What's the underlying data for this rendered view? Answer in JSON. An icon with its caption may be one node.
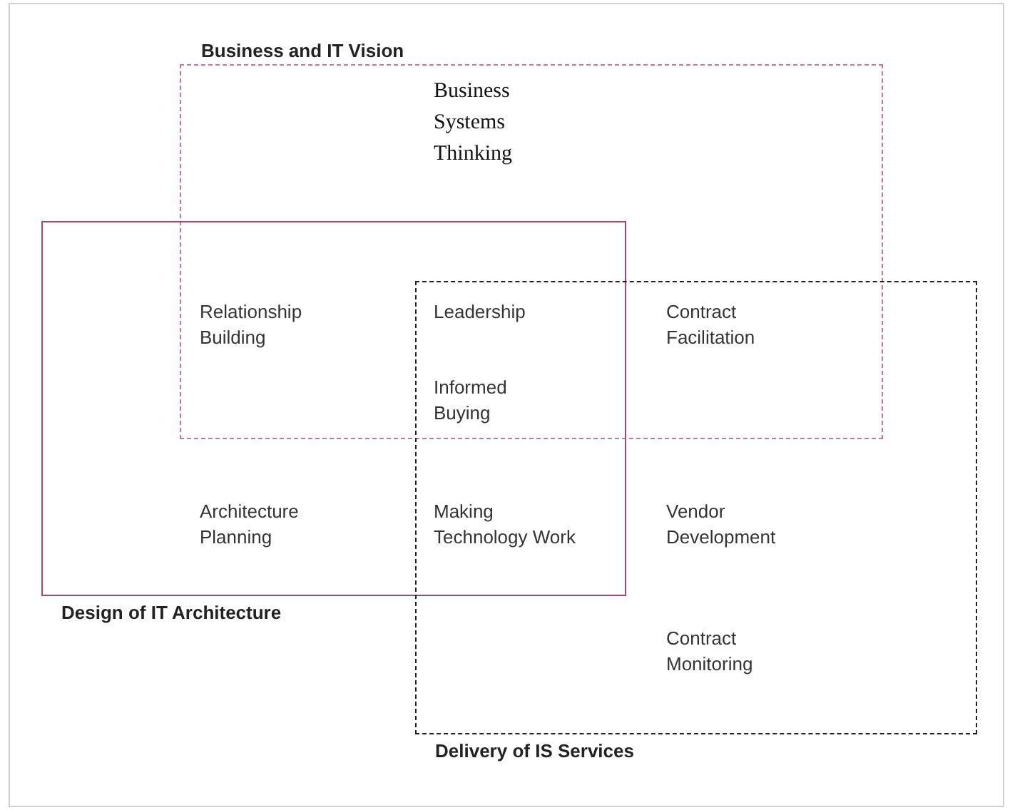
{
  "diagram": {
    "nodes": [
      {
        "text": [
          "Business and IT Vision"
        ]
      },
      {
        "text": [
          "Design of IT Architecture"
        ]
      },
      {
        "text": [
          "Delivery of IS Services"
        ]
      }
    ],
    "labels": [
      "Business Systems Thinking",
      "Relationship Building",
      "Leadership",
      "Contract Facilitation",
      "Informed Buying",
      "Architecture Planning",
      "Making Technology Work",
      "Vendor Development",
      "Contract Monitoring"
    ]
  }
}
